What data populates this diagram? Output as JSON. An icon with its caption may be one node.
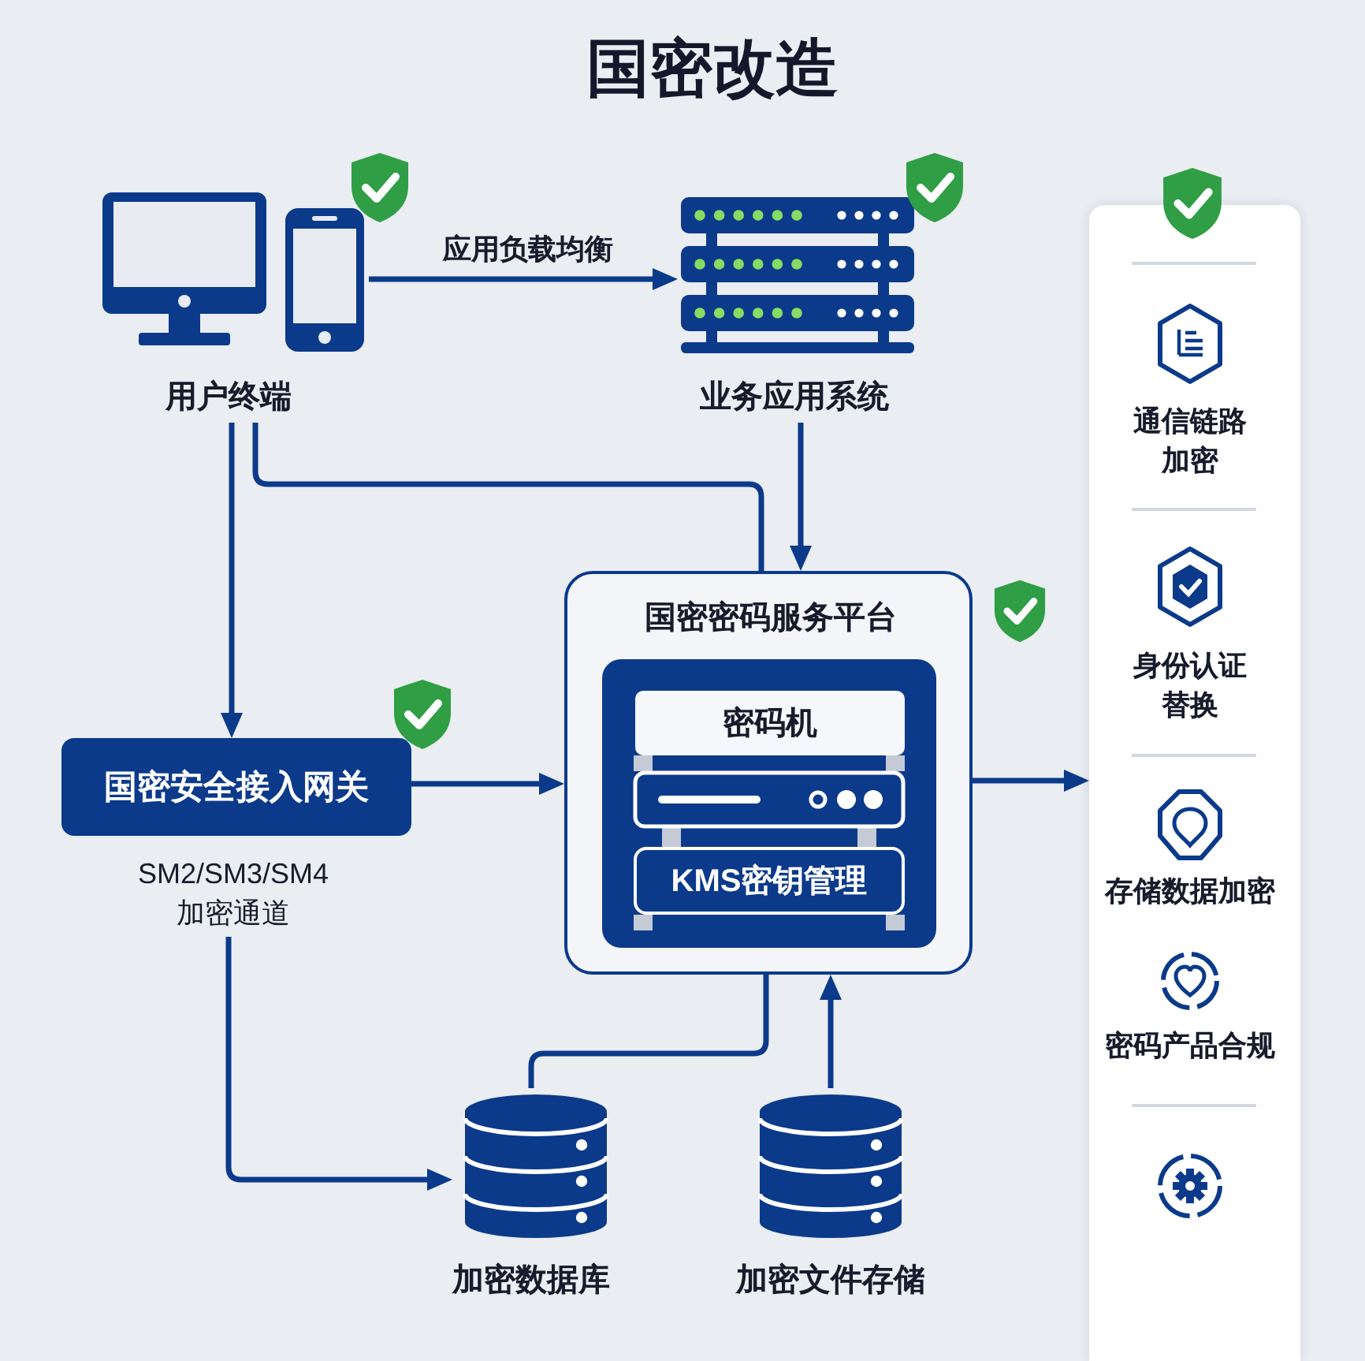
{
  "diagram": {
    "title": "国密改造",
    "nodes": [
      {
        "text": [
          "用户终端"
        ]
      },
      {
        "text": [
          "业务应用系统"
        ]
      },
      {
        "text": [
          "国密安全接入网关"
        ],
        "beside": [
          "SM2/SM3/SM4 加密通道"
        ]
      },
      {
        "text": [
          "国密密码服务平台"
        ]
      },
      {
        "text": [
          "密码机"
        ],
        "in": 3
      },
      {
        "text": [
          "KMS密钥管理"
        ],
        "in": 3
      },
      {
        "text": [
          "加密数据库"
        ]
      },
      {
        "text": [
          "加密文件存储"
        ]
      },
      {
        "text": [],
        "shape": "box"
      },
      {
        "text": [
          "通信链路加密"
        ],
        "in": 8
      },
      {
        "text": [
          "身份认证替换"
        ],
        "in": 8
      },
      {
        "text": [
          "存储数据加密"
        ],
        "in": 8
      },
      {
        "text": [
          "密码产品合规"
        ],
        "in": 8
      }
    ],
    "edges": [
      {
        "from": 0,
        "to": 1,
        "arrow": "to",
        "label": "应用负载均衡"
      },
      {
        "from": 0,
        "to": 2,
        "arrow": "to"
      },
      {
        "from": 0,
        "to": 3,
        "arrow": "none"
      },
      {
        "from": 1,
        "to": 3,
        "arrow": "to"
      },
      {
        "from": 2,
        "to": 3,
        "arrow": "to"
      },
      {
        "from": 2,
        "to": 6,
        "arrow": "to"
      },
      {
        "from": 6,
        "to": 3,
        "arrow": "none"
      },
      {
        "from": 7,
        "to": 3,
        "arrow": "to"
      },
      {
        "from": 3,
        "to": 8,
        "arrow": "to"
      }
    ]
  }
}
